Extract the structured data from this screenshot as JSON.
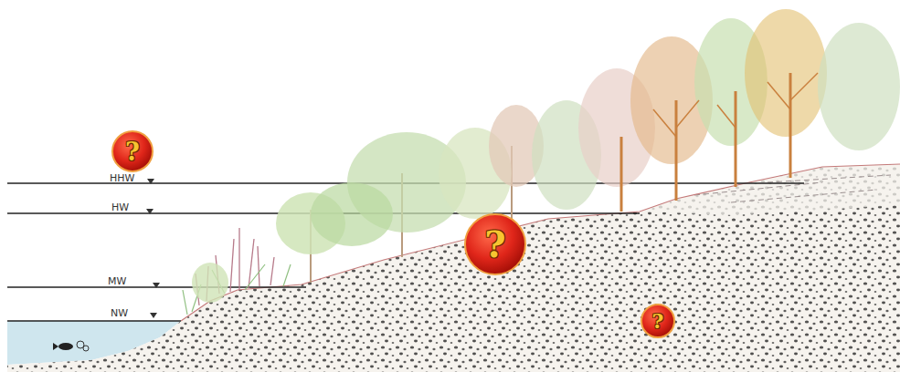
{
  "diagram": {
    "nodes": [
      {
        "text": [
          "?"
        ]
      },
      {
        "text": [
          "?"
        ]
      },
      {
        "text": [
          "?"
        ]
      }
    ],
    "labels": [
      "HHW",
      "HW",
      "MW",
      "NW"
    ]
  }
}
